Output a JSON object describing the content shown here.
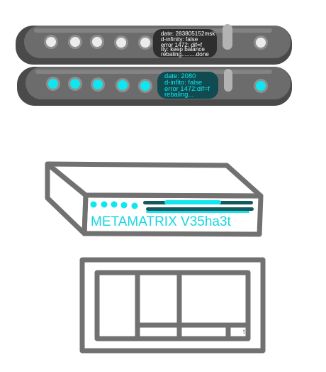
{
  "colors": {
    "bar_dark": "#4a4a4a",
    "bar_mid": "#6a6a6a",
    "bar_light": "#9a9a9a",
    "screen_off": "#2e2e2e",
    "screen_on": "#0f4b50",
    "cyan": "#11e5ee",
    "cyan_text": "#18d6e3",
    "outline": "#717171",
    "dark_line": "#135a5e"
  },
  "rack_unit_1": {
    "screen_lines": [
      "date: 283805152msk",
      "d-infinity: false",
      "error 1472: dif=f",
      "tty: keep balance",
      "rebaling.........done"
    ]
  },
  "rack_unit_2": {
    "screen_lines": [
      "date: 2080",
      "d-infito: false",
      "error 1472:dif=f",
      "rebaling..."
    ]
  },
  "server_box": {
    "brand_label": "METAMATRIX V35ha3t"
  },
  "window_frame": {
    "footer_text": "t"
  }
}
